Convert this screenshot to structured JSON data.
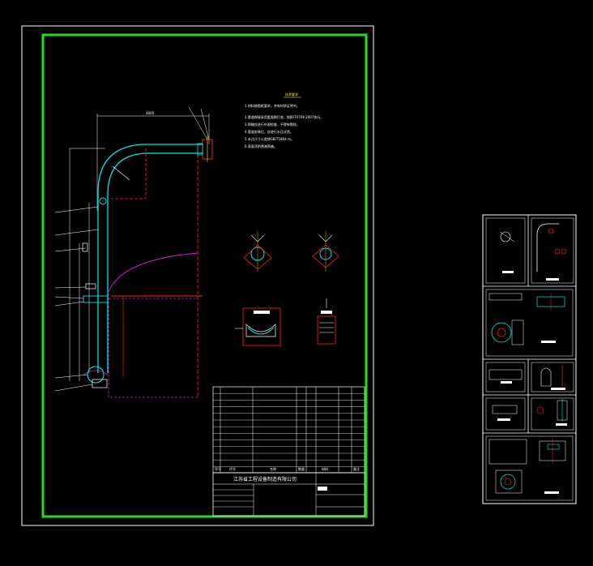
{
  "drawing": {
    "title_block_company": "江苏省工程设备制造有限公司",
    "notes_title": "技术要求",
    "notes": [
      "1.材料按图纸要求，并有材质证明书。",
      "2.管道焊接采用氩弧焊打底，按JB/T4709-2007执行。",
      "3.焊缝应进行外观检查，不得有裂纹。",
      "4.管道安装后，应进行水压试验。",
      "5.未注尺寸公差按GB/T1804-m。",
      "6.表面涂防锈漆两遍。"
    ],
    "dimension_top": "4800",
    "parts_table_header": [
      "序号",
      "代号",
      "名称",
      "数量",
      "材料",
      "备注"
    ]
  },
  "palette": {
    "background": "#000000",
    "border": "#ffffff",
    "frame": "#22dd22",
    "pipe": "#00e5e5",
    "hidden": "#ff0000",
    "vessel": "#cc22cc",
    "dimension": "#ffffff"
  }
}
